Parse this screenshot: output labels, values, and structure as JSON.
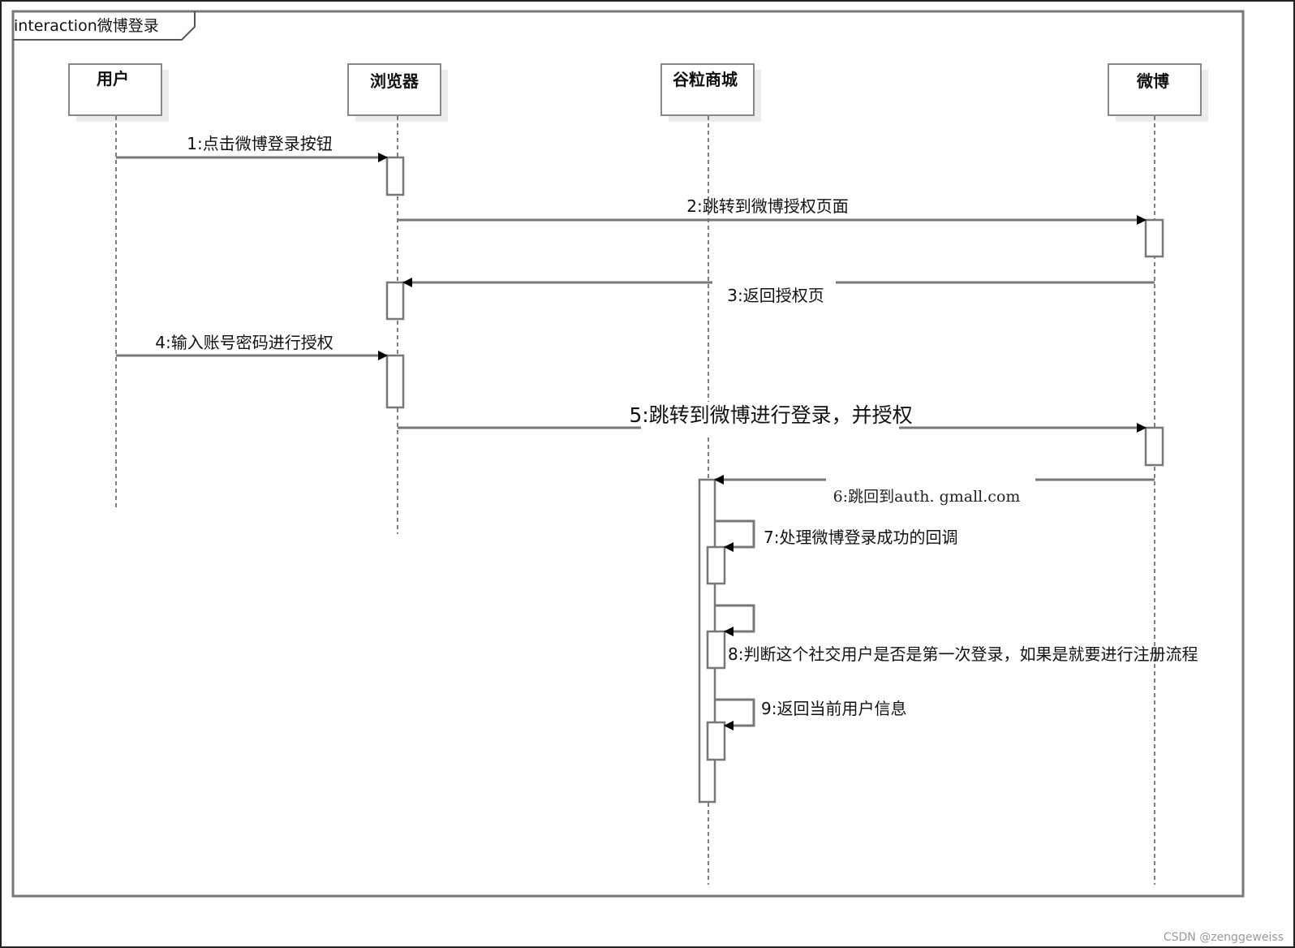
{
  "frame_title": "interaction微博登录",
  "participants": [
    {
      "id": "user",
      "label": "用户"
    },
    {
      "id": "browser",
      "label": "浏览器"
    },
    {
      "id": "mall",
      "label": "谷粒商城"
    },
    {
      "id": "weibo",
      "label": "微博"
    }
  ],
  "messages": [
    {
      "label": "1:点击微博登录按钮",
      "from": "用户",
      "to": "浏览器"
    },
    {
      "label": "2:跳转到微博授权页面",
      "from": "浏览器",
      "to": "微博"
    },
    {
      "label": "3:返回授权页",
      "from": "微博",
      "to": "浏览器"
    },
    {
      "label": "4:输入账号密码进行授权",
      "from": "用户",
      "to": "浏览器"
    },
    {
      "label": "5:跳转到微博进行登录，并授权",
      "from": "浏览器",
      "to": "微博"
    },
    {
      "label": "6:跳回到auth. gmall.com",
      "from": "微博",
      "to": "谷粒商城"
    },
    {
      "label": "7:处理微博登录成功的回调",
      "from": "谷粒商城",
      "to": "谷粒商城"
    },
    {
      "label": "8:判断这个社交用户是否是第一次登录，如果是就要进行注册流程",
      "from": "谷粒商城",
      "to": "谷粒商城"
    },
    {
      "label": "9:返回当前用户信息",
      "from": "谷粒商城",
      "to": "谷粒商城"
    }
  ],
  "watermark": "CSDN @zenggeweiss"
}
